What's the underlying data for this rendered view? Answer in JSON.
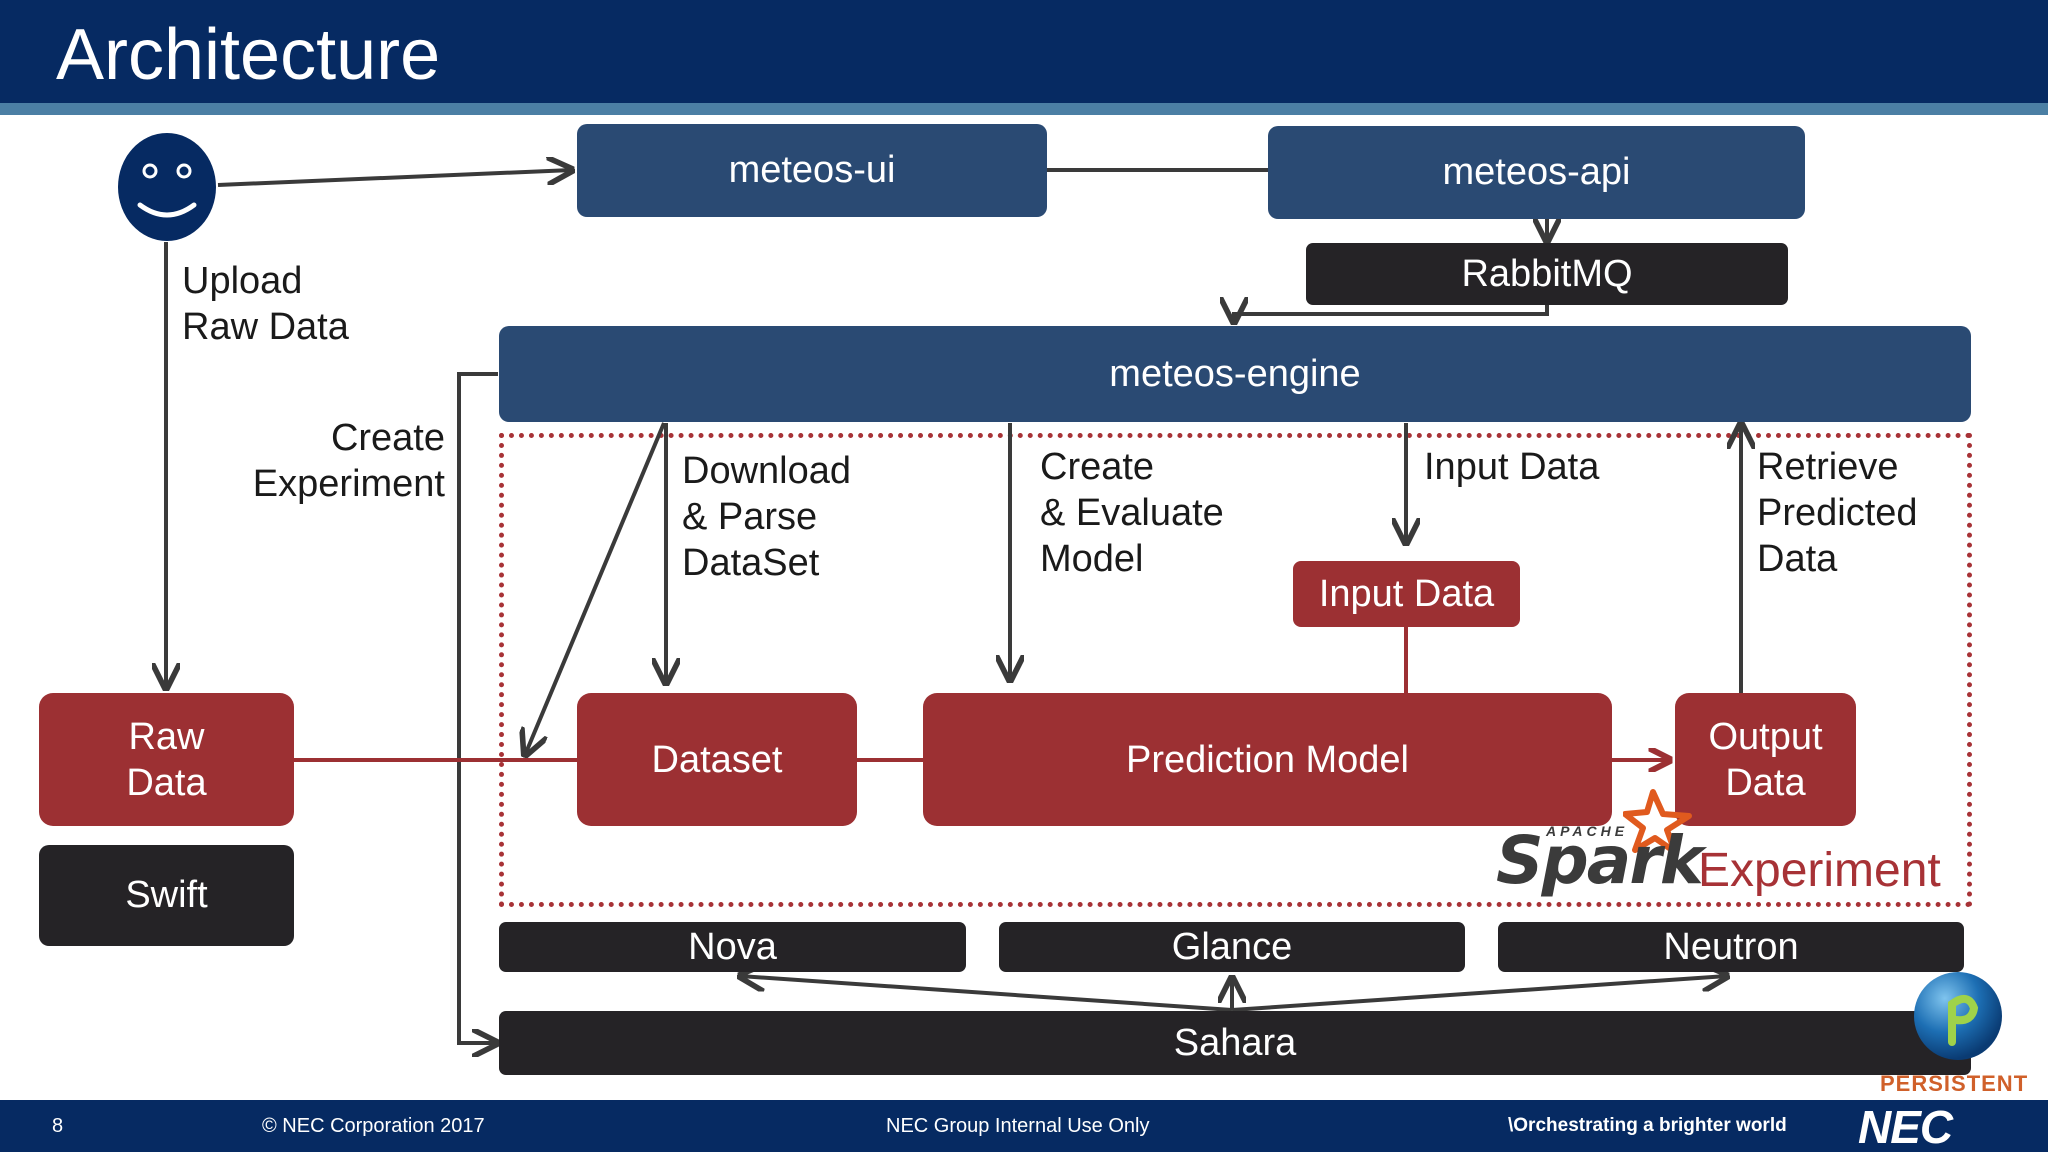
{
  "title": "Architecture",
  "components": {
    "meteos_ui": "meteos-ui",
    "meteos_api": "meteos-api",
    "rabbitmq": "RabbitMQ",
    "meteos_engine": "meteos-engine",
    "raw_data": "Raw\nData",
    "swift": "Swift",
    "dataset": "Dataset",
    "prediction_model": "Prediction Model",
    "output_data": "Output\nData",
    "input_data": "Input Data",
    "nova": "Nova",
    "glance": "Glance",
    "neutron": "Neutron",
    "sahara": "Sahara"
  },
  "edge_labels": {
    "upload": "Upload\nRaw Data",
    "create_experiment": "Create\nExperiment",
    "download_parse": "Download\n& Parse\nDataSet",
    "create_evaluate": "Create\n& Evaluate\nModel",
    "input_data": "Input Data",
    "retrieve": "Retrieve\nPredicted\nData"
  },
  "logos": {
    "spark_apache": "APACHE",
    "spark": "Spark",
    "experiment": "Experiment",
    "persistent": "PERSISTENT",
    "nec": "NEC"
  },
  "footer": {
    "page_number": "8",
    "copyright": "© NEC Corporation 2017",
    "classification": "NEC Group Internal Use Only",
    "tagline": "\\Orchestrating a brighter world"
  },
  "colors": {
    "header": "#062a62",
    "navy_box": "#2a4a73",
    "black_box": "#252326",
    "red_box": "#9c3033",
    "experiment_border": "#a73236"
  }
}
